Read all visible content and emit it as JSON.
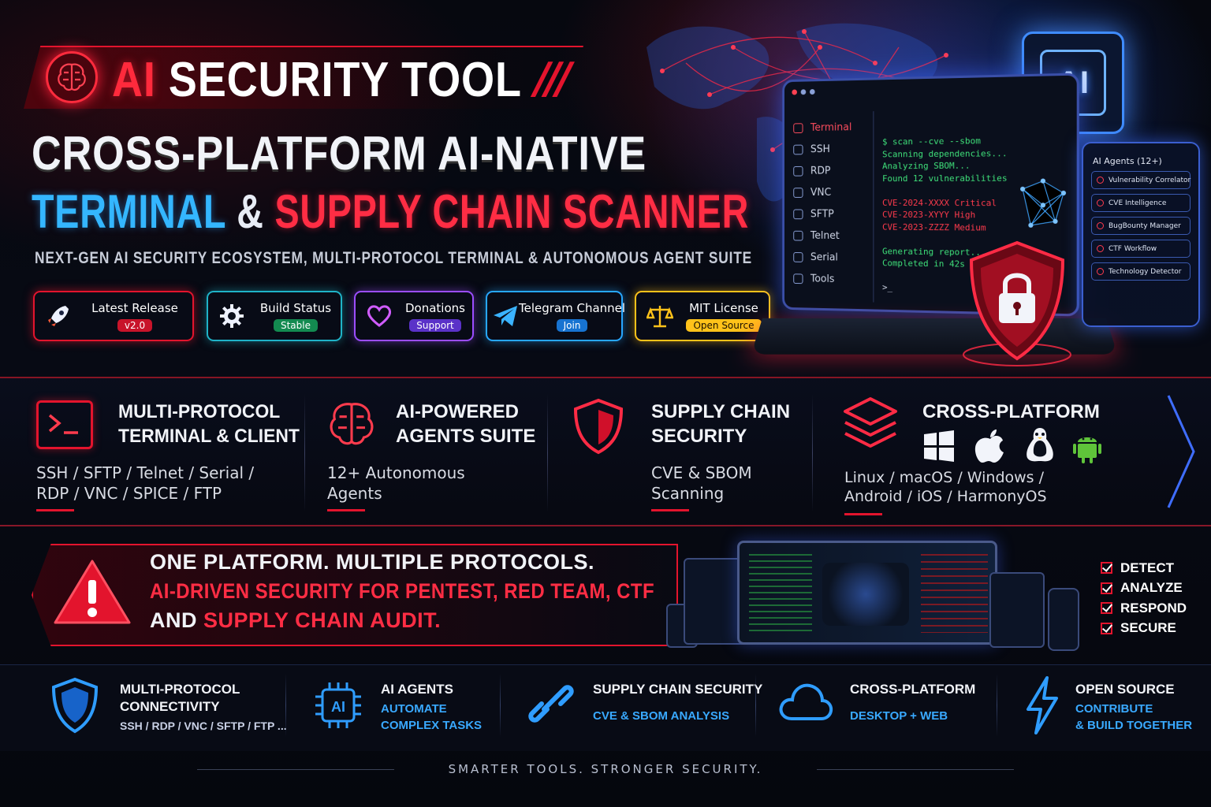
{
  "header": {
    "tool_prefix": "AI",
    "tool_suffix": "SECURITY TOOL",
    "headline_line1": "CROSS-PLATFORM AI-NATIVE",
    "headline_blue": "TERMINAL",
    "headline_amp": "&",
    "headline_red": "SUPPLY CHAIN SCANNER",
    "subtitle": "NEXT-GEN AI SECURITY ECOSYSTEM, MULTI-PROTOCOL TERMINAL & AUTONOMOUS AGENT SUITE"
  },
  "badges": [
    {
      "label": "Latest Release",
      "pill": "v2.0",
      "color": "#e3142d",
      "icon": "rocket-icon"
    },
    {
      "label": "Build Status",
      "pill": "Stable",
      "color": "#1fd18a",
      "icon": "gear-icon"
    },
    {
      "label": "Donations",
      "pill": "Support",
      "color": "#9b4dff",
      "icon": "heart-icon"
    },
    {
      "label": "Telegram Channel",
      "pill": "Join",
      "color": "#27a7ff",
      "icon": "telegram-icon"
    },
    {
      "label": "MIT License",
      "pill": "Open Source",
      "color": "#ffc21a",
      "icon": "scales-icon"
    }
  ],
  "laptop": {
    "sidebar": [
      "Terminal",
      "SSH",
      "RDP",
      "VNC",
      "SFTP",
      "Telnet",
      "Serial",
      "Tools"
    ],
    "terminal": [
      {
        "text": "$ scan --cve --sbom",
        "color": "#3fe07a"
      },
      {
        "text": "Scanning dependencies...",
        "color": "#3fe07a"
      },
      {
        "text": "Analyzing SBOM...",
        "color": "#3fe07a"
      },
      {
        "text": "Found 12 vulnerabilities",
        "color": "#3fe07a"
      },
      {
        "text": "",
        "color": "#3fe07a"
      },
      {
        "text": "CVE-2024-XXXX  Critical",
        "color": "#ff3b4d"
      },
      {
        "text": "CVE-2023-XYYY  High",
        "color": "#ff3b4d"
      },
      {
        "text": "CVE-2023-ZZZZ  Medium",
        "color": "#ff3b4d"
      },
      {
        "text": "",
        "color": "#3fe07a"
      },
      {
        "text": "Generating report...",
        "color": "#3fe07a"
      },
      {
        "text": "Completed in 42s",
        "color": "#3fe07a"
      },
      {
        "text": "",
        "color": "#3fe07a"
      },
      {
        "text": ">_",
        "color": "#cfd6e6"
      }
    ],
    "agents_title": "AI Agents (12+)",
    "agents": [
      "Vulnerability Correlator",
      "CVE Intelligence",
      "BugBounty Manager",
      "CTF Workflow",
      "Technology Detector"
    ],
    "chip_label": "AI"
  },
  "features": [
    {
      "title": [
        "MULTI-PROTOCOL",
        "TERMINAL & CLIENT"
      ],
      "text": [
        "SSH / SFTP / Telnet / Serial /",
        "RDP / VNC / SPICE / FTP"
      ],
      "icon": "terminal-icon"
    },
    {
      "title": [
        "AI-POWERED",
        "AGENTS SUITE"
      ],
      "text": [
        "12+ Autonomous",
        "Agents"
      ],
      "icon": "brain-icon"
    },
    {
      "title": [
        "SUPPLY CHAIN",
        "SECURITY"
      ],
      "text": [
        "CVE & SBOM",
        "Scanning"
      ],
      "icon": "shield-icon"
    },
    {
      "title": [
        "CROSS-PLATFORM"
      ],
      "text": [
        "Linux / macOS / Windows /",
        "Android / iOS / HarmonyOS"
      ],
      "icon": "layers-icon"
    }
  ],
  "banner": {
    "line1": "ONE PLATFORM. MULTIPLE PROTOCOLS.",
    "line2": "AI-DRIVEN SECURITY FOR PENTEST, RED TEAM, CTF",
    "line3_white": "AND",
    "line3_red": "SUPPLY CHAIN AUDIT.",
    "checks": [
      "DETECT",
      "ANALYZE",
      "RESPOND",
      "SECURE"
    ]
  },
  "bottom": [
    {
      "title": [
        "MULTI-PROTOCOL",
        "CONNECTIVITY"
      ],
      "sub": [
        "SSH / RDP / VNC / SFTP / FTP ..."
      ],
      "icon": "shield-icon"
    },
    {
      "title": [
        "AI AGENTS"
      ],
      "sub": [
        "AUTOMATE",
        "COMPLEX TASKS"
      ],
      "icon": "chip-icon"
    },
    {
      "title": [
        "SUPPLY CHAIN SECURITY"
      ],
      "sub": [
        "CVE & SBOM ANALYSIS"
      ],
      "icon": "link-icon"
    },
    {
      "title": [
        "CROSS-PLATFORM"
      ],
      "sub": [
        "DESKTOP + WEB"
      ],
      "icon": "cloud-icon"
    },
    {
      "title": [
        "OPEN SOURCE"
      ],
      "sub": [
        "CONTRIBUTE",
        "& BUILD TOGETHER"
      ],
      "icon": "bolt-icon"
    }
  ],
  "tagline": "SMARTER TOOLS. STRONGER SECURITY."
}
